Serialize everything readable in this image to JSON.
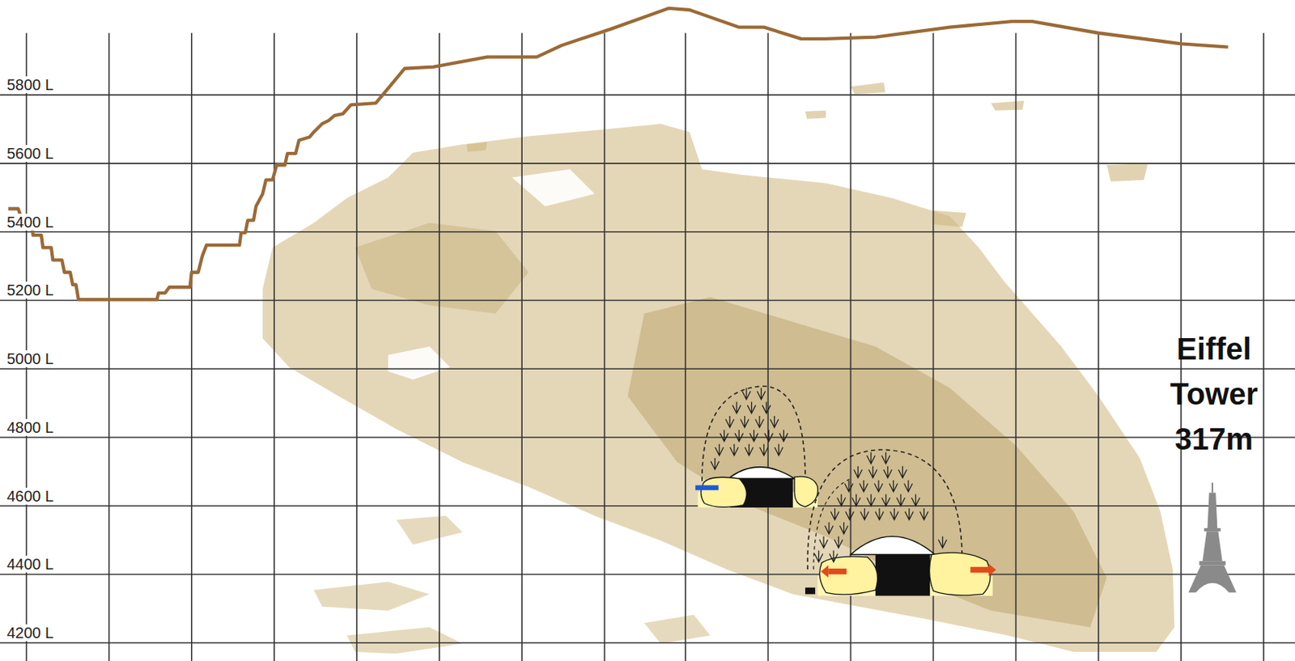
{
  "diagram": {
    "labels": [
      "5800 L",
      "5600 L",
      "5400 L",
      "5200 L",
      "5000 L",
      "4800 L",
      "4600 L",
      "4400 L",
      "4200 L",
      "Eiffel Tower 317m"
    ]
  }
}
